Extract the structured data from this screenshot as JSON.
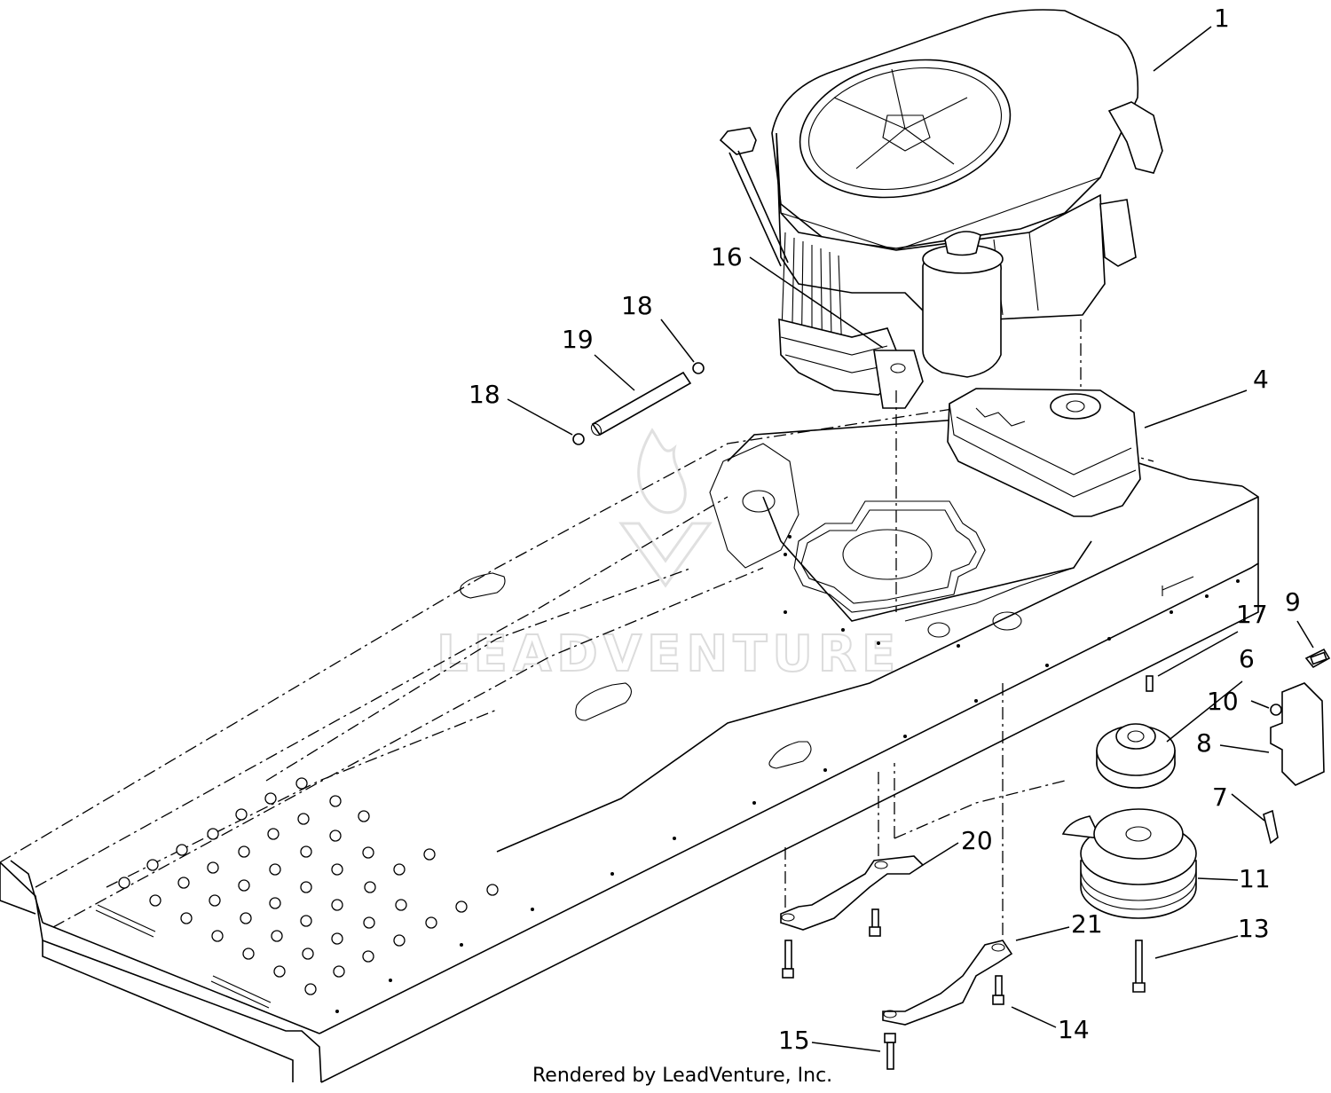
{
  "callouts": [
    {
      "id": "1",
      "text": "1"
    },
    {
      "id": "4",
      "text": "4"
    },
    {
      "id": "6",
      "text": "6"
    },
    {
      "id": "7",
      "text": "7"
    },
    {
      "id": "8",
      "text": "8"
    },
    {
      "id": "9",
      "text": "9"
    },
    {
      "id": "10",
      "text": "10"
    },
    {
      "id": "11",
      "text": "11"
    },
    {
      "id": "13",
      "text": "13"
    },
    {
      "id": "14",
      "text": "14"
    },
    {
      "id": "15",
      "text": "15"
    },
    {
      "id": "16",
      "text": "16"
    },
    {
      "id": "17",
      "text": "17"
    },
    {
      "id": "18a",
      "text": "18"
    },
    {
      "id": "18b",
      "text": "18"
    },
    {
      "id": "19",
      "text": "19"
    },
    {
      "id": "20",
      "text": "20"
    },
    {
      "id": "21",
      "text": "21"
    }
  ],
  "watermark": "LEADVENTURE",
  "credit": "Rendered by LeadVenture, Inc."
}
